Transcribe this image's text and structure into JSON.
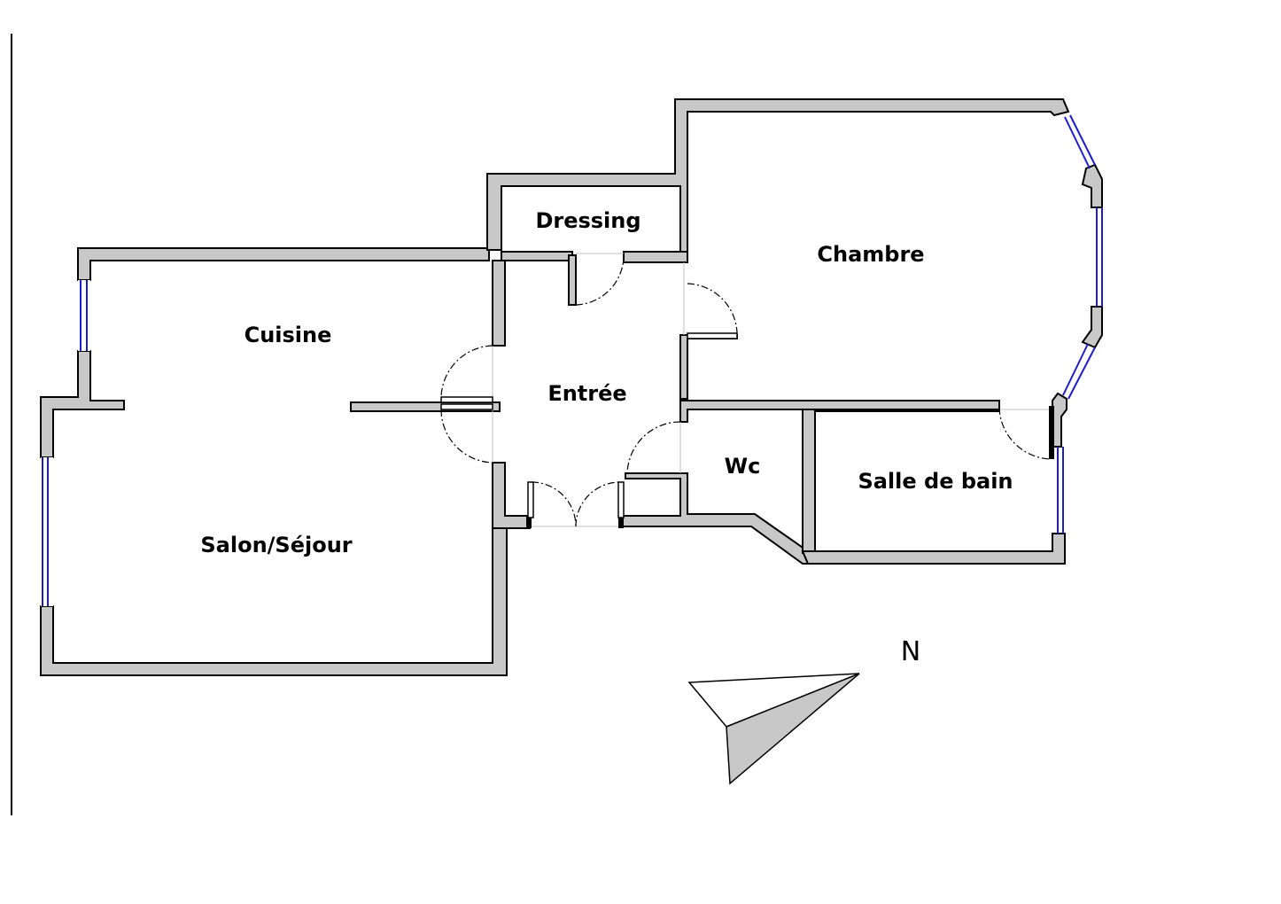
{
  "rooms": {
    "dressing": "Dressing",
    "chambre": "Chambre",
    "cuisine": "Cuisine",
    "entree": "Entrée",
    "wc": "Wc",
    "salle_de_bain": "Salle de bain",
    "salon": "Salon/Séjour"
  },
  "compass": {
    "label": "N",
    "icon": "north-arrow-icon"
  },
  "colors": {
    "wall_fill": "#c8c8c8",
    "wall_stroke": "#000000",
    "window": "#1e1ec8"
  }
}
